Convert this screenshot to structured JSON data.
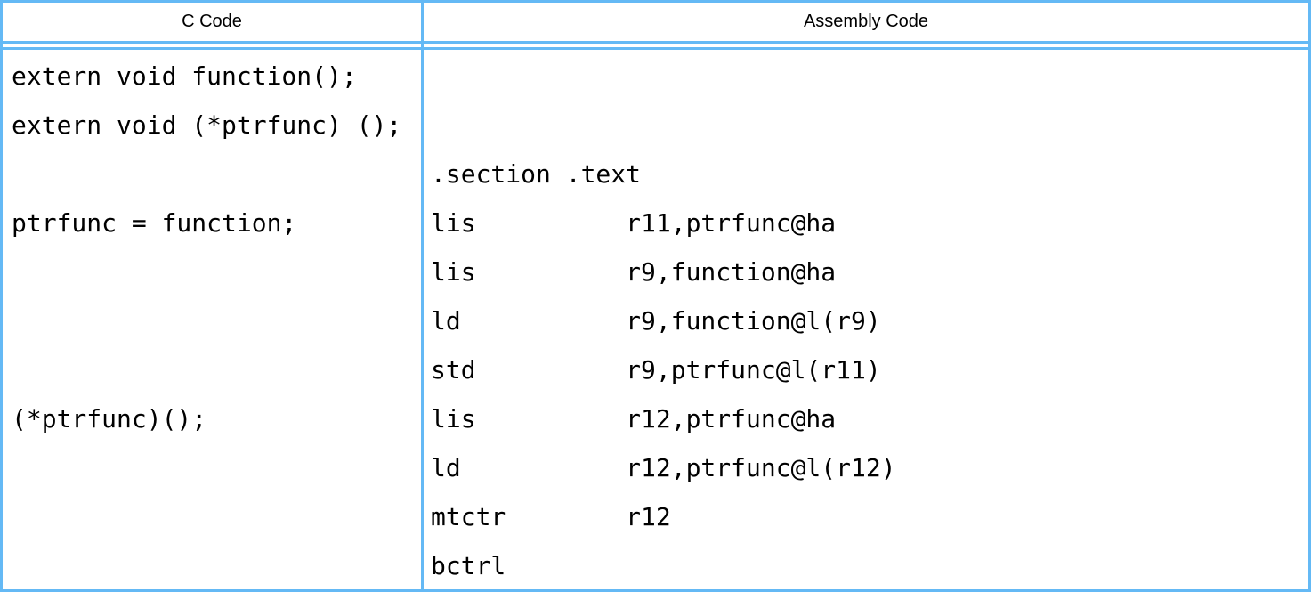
{
  "table": {
    "headers": {
      "c": "C Code",
      "assembly": "Assembly Code"
    }
  },
  "c_column": {
    "lines": [
      "extern void function();",
      "extern void (*ptrfunc) ();",
      "",
      "ptrfunc = function;",
      "",
      "",
      "",
      "(*ptrfunc)();",
      "",
      "",
      ""
    ]
  },
  "asm_column": {
    "lines": [
      {
        "mnemonic": "",
        "operands": ""
      },
      {
        "mnemonic": "",
        "operands": ""
      },
      {
        "mnemonic": ".section .text",
        "operands": ""
      },
      {
        "mnemonic": "lis",
        "operands": "r11,ptrfunc@ha"
      },
      {
        "mnemonic": "lis",
        "operands": "r9,function@ha"
      },
      {
        "mnemonic": "ld",
        "operands": "r9,function@l(r9)"
      },
      {
        "mnemonic": "std",
        "operands": "r9,ptrfunc@l(r11)"
      },
      {
        "mnemonic": "lis",
        "operands": "r12,ptrfunc@ha"
      },
      {
        "mnemonic": "ld",
        "operands": "r12,ptrfunc@l(r12)"
      },
      {
        "mnemonic": "mtctr",
        "operands": "r12"
      },
      {
        "mnemonic": "bctrl",
        "operands": ""
      }
    ]
  },
  "colors": {
    "border": "#64b9f5",
    "text": "#000000",
    "background": "#ffffff"
  }
}
